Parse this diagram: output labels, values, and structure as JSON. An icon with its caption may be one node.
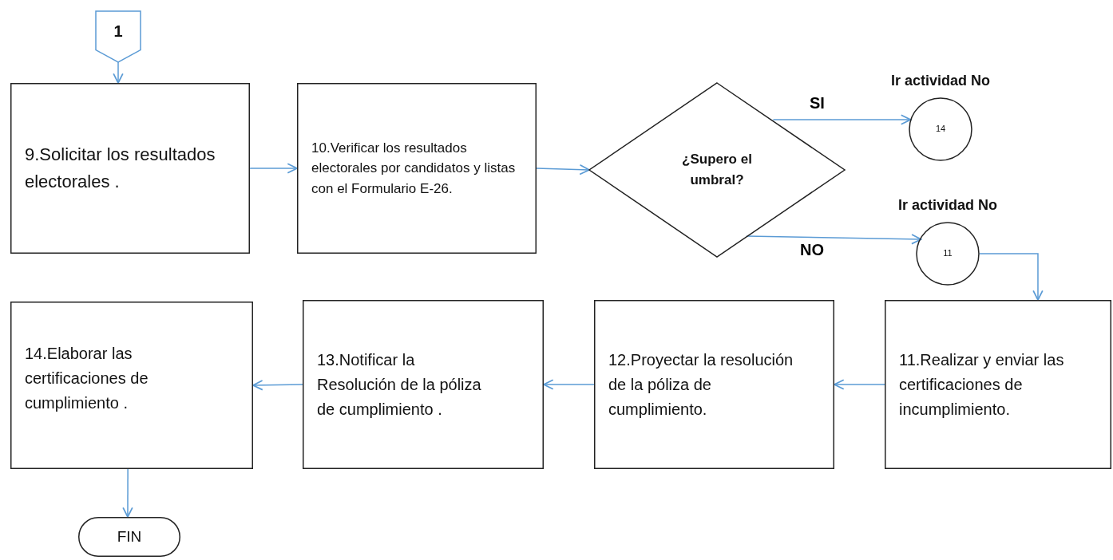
{
  "diagram": {
    "nodes": [
      {
        "text": [
          "1"
        ]
      },
      {
        "text": [
          "9.Solicitar los resultados electorales ."
        ]
      },
      {
        "text": [
          "10.Verificar los resultados electorales por candidatos y listas con el Formulario E-26."
        ]
      },
      {
        "text": [
          "¿Supero el umbral?"
        ]
      },
      {
        "text": [
          "14"
        ],
        "beside": [
          "Ir actividad No"
        ]
      },
      {
        "text": [
          "11"
        ],
        "beside": [
          "Ir actividad No"
        ]
      },
      {
        "text": [
          "11.Realizar y enviar las certificaciones de incumplimiento."
        ]
      },
      {
        "text": [
          "12.Proyectar la resolución de la póliza de cumplimiento."
        ]
      },
      {
        "text": [
          "13.Notificar la Resolución de la póliza de cumplimiento ."
        ]
      },
      {
        "text": [
          "14.Elaborar las certificaciones de cumplimiento ."
        ]
      },
      {
        "text": [
          "FIN"
        ]
      }
    ],
    "edges": [
      {
        "from": 0,
        "to": 1,
        "arrow": "to"
      },
      {
        "from": 1,
        "to": 2,
        "arrow": "to"
      },
      {
        "from": 2,
        "to": 3,
        "arrow": "to"
      },
      {
        "from": 3,
        "to": 4,
        "arrow": "to",
        "label": "SI"
      },
      {
        "from": 3,
        "to": 5,
        "arrow": "to",
        "label": "NO"
      },
      {
        "from": 5,
        "to": 6,
        "arrow": "to"
      },
      {
        "from": 6,
        "to": 7,
        "arrow": "to"
      },
      {
        "from": 7,
        "to": 8,
        "arrow": "to"
      },
      {
        "from": 8,
        "to": 9,
        "arrow": "to"
      },
      {
        "from": 9,
        "to": 10,
        "arrow": "to"
      }
    ]
  }
}
